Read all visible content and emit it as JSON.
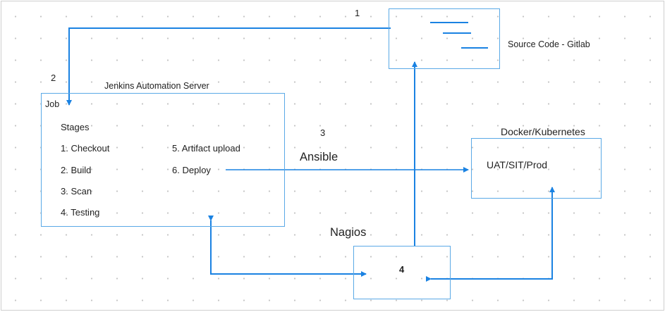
{
  "colors": {
    "box_border": "#5aa9e6",
    "arrow": "#1a82e2",
    "text": "#222222",
    "grid_dot": "#c4c4c4"
  },
  "nodes": {
    "source_code": {
      "label": "Source Code - Gitlab",
      "icon": "document-lines-icon"
    },
    "jenkins": {
      "title": "Jenkins Automation Server",
      "job_label": "Job",
      "stages_label": "Stages",
      "stages": [
        "1. Checkout",
        "2. Build",
        "3. Scan",
        "4. Testing",
        "5. Artifact upload",
        "6. Deploy"
      ]
    },
    "docker": {
      "title": "Docker/Kubernetes",
      "env_label": "UAT/SIT/Prod"
    },
    "nagios": {
      "title": "Nagios",
      "step": "4"
    }
  },
  "steps": {
    "step1": "1",
    "step2": "2",
    "step3": "3",
    "ansible_label": "Ansible"
  },
  "connections": [
    {
      "from": "source_code",
      "to": "jenkins",
      "step": "1"
    },
    {
      "from": "jenkins",
      "to": "docker",
      "label": "Ansible",
      "step": "3"
    },
    {
      "from": "nagios",
      "to": "source_code",
      "step": "4"
    },
    {
      "from": "nagios",
      "to": "jenkins",
      "bidirectional": true
    },
    {
      "from": "nagios",
      "to": "docker",
      "bidirectional": true
    }
  ]
}
